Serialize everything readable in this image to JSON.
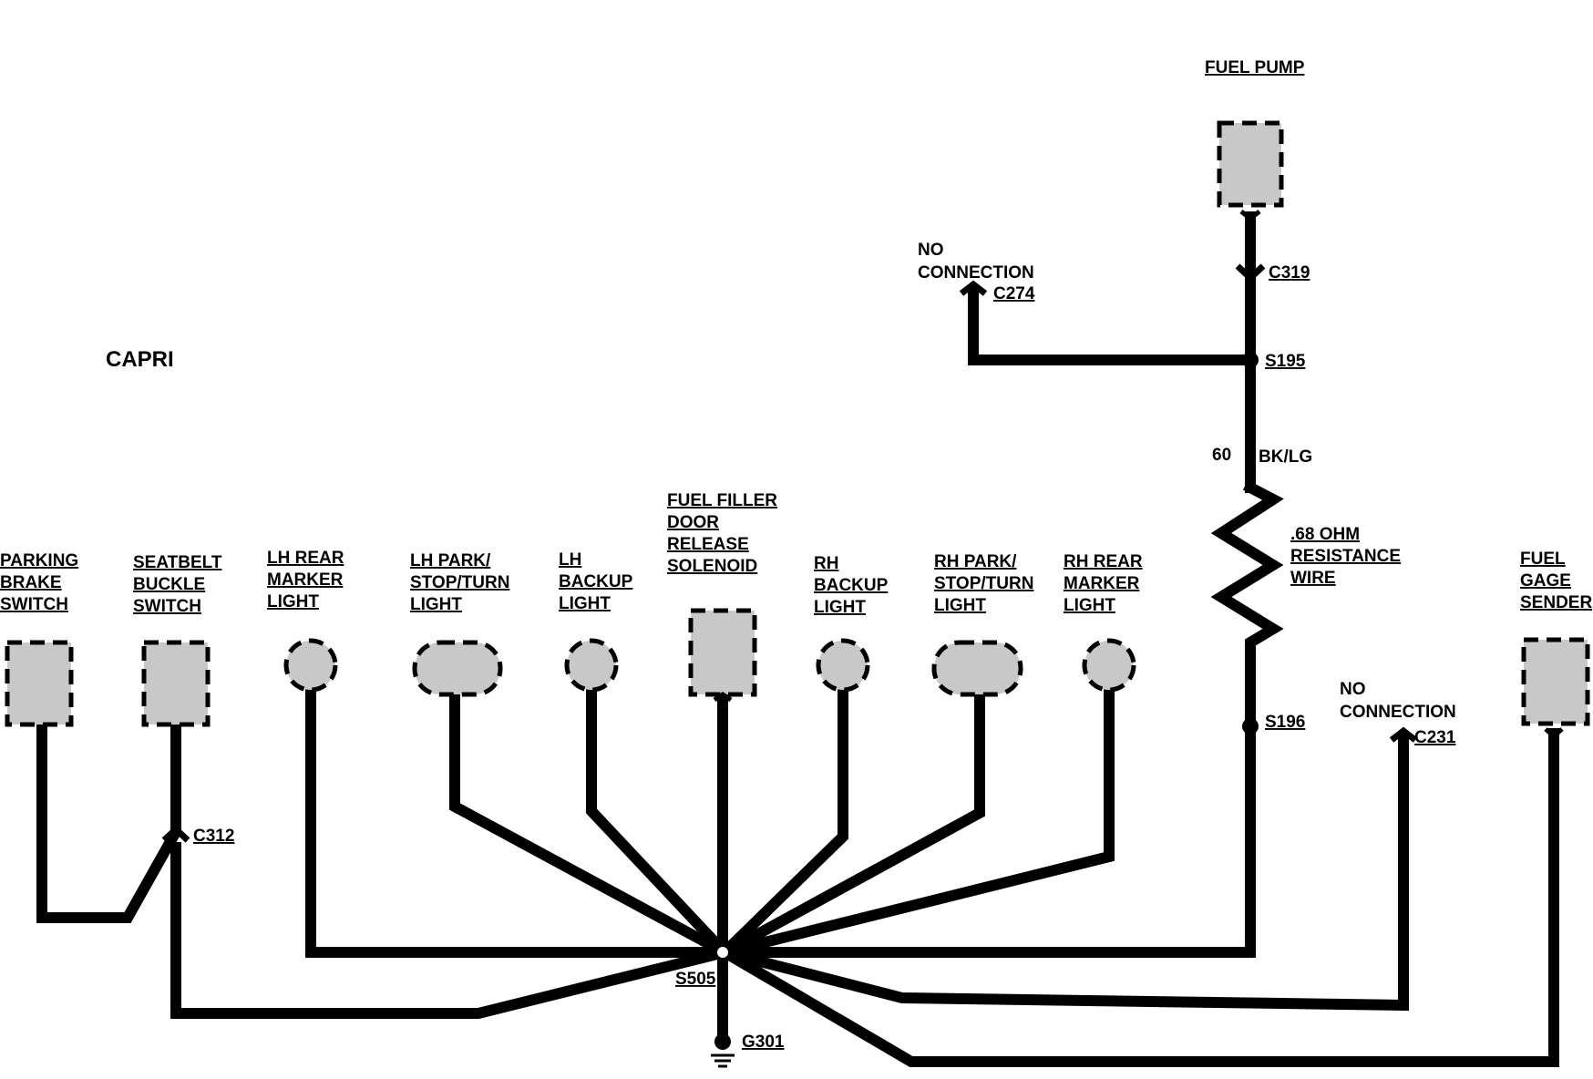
{
  "title": "CAPRI",
  "components": {
    "fuel_pump": [
      "FUEL PUMP"
    ],
    "parking_brake": [
      "PARKING",
      "BRAKE",
      "SWITCH"
    ],
    "seatbelt": [
      "SEATBELT",
      "BUCKLE",
      "SWITCH"
    ],
    "lh_rear_marker": [
      "LH REAR",
      "MARKER",
      "LIGHT"
    ],
    "lh_park": [
      "LH PARK/",
      "STOP/TURN",
      "LIGHT"
    ],
    "lh_backup": [
      "LH",
      "BACKUP",
      "LIGHT"
    ],
    "fuel_filler": [
      "FUEL FILLER",
      "DOOR",
      "RELEASE",
      "SOLENOID"
    ],
    "rh_backup": [
      "RH",
      "BACKUP",
      "LIGHT"
    ],
    "rh_park": [
      "RH PARK/",
      "STOP/TURN",
      "LIGHT"
    ],
    "rh_rear_marker": [
      "RH REAR",
      "MARKER",
      "LIGHT"
    ],
    "fuel_gage": [
      "FUEL",
      "GAGE",
      "SENDER"
    ]
  },
  "notes": {
    "no_connection_top": [
      "NO",
      "CONNECTION"
    ],
    "no_connection_right": [
      "NO",
      "CONNECTION"
    ],
    "resistance_wire": [
      ".68 OHM",
      "RESISTANCE",
      "WIRE"
    ]
  },
  "connectors": {
    "c319": "C319",
    "c274": "C274",
    "s195": "S195",
    "s196": "S196",
    "c231": "C231",
    "c312": "C312",
    "s505": "S505",
    "g301": "G301"
  },
  "wire": {
    "circuit": "60",
    "color": "BK/LG"
  }
}
